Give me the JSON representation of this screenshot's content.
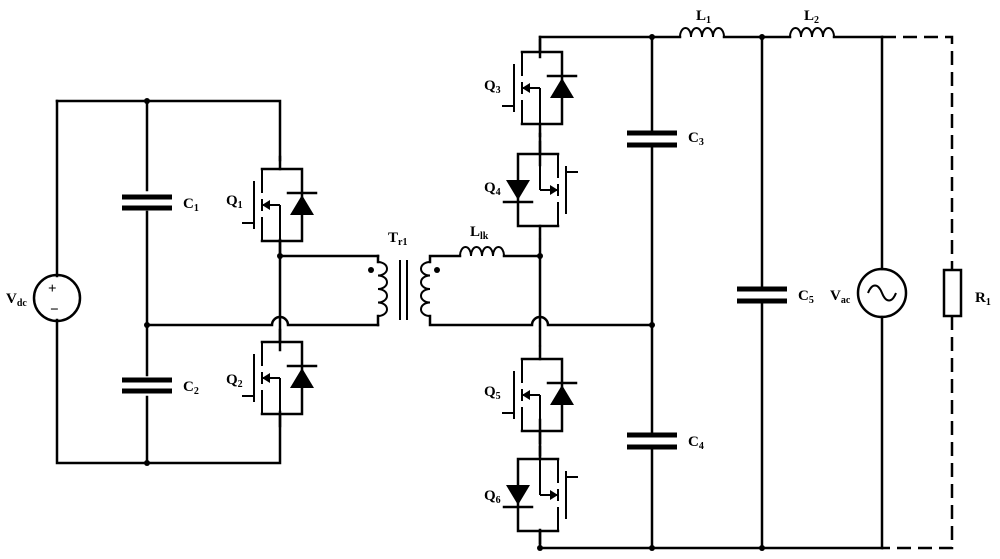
{
  "labels": {
    "vdc": {
      "main": "V",
      "sub": "dc"
    },
    "c1": {
      "main": "C",
      "sub": "1"
    },
    "c2": {
      "main": "C",
      "sub": "2"
    },
    "q1": {
      "main": "Q",
      "sub": "1"
    },
    "q2": {
      "main": "Q",
      "sub": "2"
    },
    "tr1": {
      "main": "T",
      "sub": "r1"
    },
    "llk": {
      "main": "L",
      "sub": "lk"
    },
    "q3": {
      "main": "Q",
      "sub": "3"
    },
    "q4": {
      "main": "Q",
      "sub": "4"
    },
    "q5": {
      "main": "Q",
      "sub": "5"
    },
    "q6": {
      "main": "Q",
      "sub": "6"
    },
    "c3": {
      "main": "C",
      "sub": "3"
    },
    "c4": {
      "main": "C",
      "sub": "4"
    },
    "l1": {
      "main": "L",
      "sub": "1"
    },
    "l2": {
      "main": "L",
      "sub": "2"
    },
    "c5": {
      "main": "C",
      "sub": "5"
    },
    "vac": {
      "main": "V",
      "sub": "ac"
    },
    "r1": {
      "main": "R",
      "sub": "1"
    }
  },
  "source_signs": {
    "plus": "+",
    "minus": "−"
  }
}
